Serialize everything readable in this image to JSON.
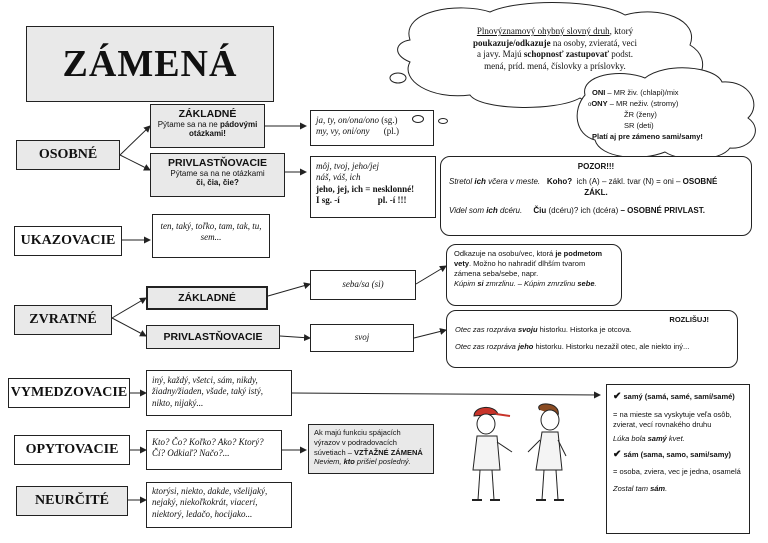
{
  "title": "ZÁMENÁ",
  "cloud_main": {
    "p1a": "Plnovýznamový ohybný slovný druh",
    "p1b": ", ktorý",
    "p2a": "poukazuje/odkazuje",
    "p2b": " na osoby, zvieratá, veci",
    "p3a": "a javy. Majú ",
    "p3b": "schopnosť zastupovať",
    "p3c": " podst.",
    "p4": "mená, príd. mená, číslovky a príslovky."
  },
  "cloud_gender": {
    "l1a": "ONI",
    "l1b": " – MR živ. (chlapi)/mix",
    "l2a": "ONY",
    "l2b": " – MR neživ. (stromy)",
    "l3": "ŽR (ženy)",
    "l4": "SR (deti)",
    "l5": "Platí aj pre zámeno sami/samy!"
  },
  "osobne": {
    "label": "OSOBNÉ",
    "zakladne": {
      "title": "ZÁKLADNÉ",
      "q1": "Pýtame sa na ne ",
      "q1b": "pádovými",
      "q2": "otázkami!"
    },
    "privlast": {
      "title": "PRIVLASTŇOVACIE",
      "q1": "Pýtame sa na ne otázkami",
      "q2": "či, čia, čie?"
    },
    "zak_ex1": "ja, ty, on/ona/ono",
    "zak_ex1n": "(sg.)",
    "zak_ex2": "my, vy, oni/ony",
    "zak_ex2n": "(pl.)",
    "priv_ex1": "môj, tvoj, jeho/jej",
    "priv_ex2": "náš, váš, ich",
    "priv_ex3": "jeho, jej, ich = nesklonné!",
    "priv_ex4a": "I sg. -í",
    "priv_ex4b": "pl. -í   !!!"
  },
  "pozor": {
    "title": "POZOR!!!",
    "l1a": "Stretol ",
    "l1b": "ich",
    "l1c": " včera v meste.",
    "l1d": "Koho?",
    "l1e": "ich (A) – zákl. tvar (N) = oni – ",
    "l1f": "OSOBNÉ",
    "l1g": "ZÁKL.",
    "l2a": "Videl som ",
    "l2b": "ich",
    "l2c": " dcéru.",
    "l2d": "Čiu",
    "l2e": " (dcéru)?  ich (dcéra) ",
    "l2f": "– OSOBNÉ PRIVLAST."
  },
  "ukazovacie": {
    "label": "UKAZOVACIE",
    "ex": "ten, taký, toľko, tam, tak, tu, sem..."
  },
  "zvratne": {
    "label": "ZVRATNÉ",
    "zakladne": "ZÁKLADNÉ",
    "privlast": "PRIVLASTŇOVACIE",
    "zak_ex": "seba/sa (si)",
    "priv_ex": "svoj",
    "info1": "Odkazuje na osobu/vec, ktorá ",
    "info1b": "je podmetom",
    "info2a": "vety",
    "info2b": ". Možno ho nahradiť dlhším tvarom",
    "info3": "zámena seba/sebe, napr.",
    "info4a": "Kúpim ",
    "info4b": "si",
    "info4c": " zmrzlinu. – Kúpim zmrzlinu ",
    "info4d": "sebe",
    "info4e": ".",
    "rozlisuj_title": "ROZLIŠUJ!",
    "r1a": "Otec zas rozpráva ",
    "r1b": "svoju",
    "r1c": " historku. Historka je otcova.",
    "r2a": "Otec zas rozpráva ",
    "r2b": "jeho",
    "r2c": " historku. Historku nezažil otec, ale niekto iný..."
  },
  "vymedzovacie": {
    "label": "VYMEDZOVACIE",
    "ex1": "iný, každý, všetci, sám, nikdy,",
    "ex2": "žiadny/žiaden, všade, taký istý,",
    "ex3": "niktо, nijaký..."
  },
  "sam_box": {
    "h1": "samý (samá, samé, samí/samé)",
    "t1": "= na mieste sa vyskytuje veľa osôb, zvierat, vecí rovnakého druhu",
    "e1a": "Lúka bola ",
    "e1b": "samý",
    "e1c": " kvet.",
    "h2": "sám (sama, samo, sami/samy)",
    "t2": "= osoba, zviera, vec je jedna, osamelá",
    "e2a": "Zostal tam ",
    "e2b": "sám",
    "e2c": ".",
    "check": "✔"
  },
  "opytovacie": {
    "label": "OPYTOVACIE",
    "ex1": "Kto? Čo? Koľko? Ako? Ktorý?",
    "ex2": "Čí? Odkiaľ? Načo?...",
    "note1": "Ak majú funkciu spájacích",
    "note2": "výrazov v podradovacích",
    "note3a": "súvetiach – ",
    "note3b": "VZŤAŽNÉ ZÁMENÁ",
    "note4a": "Neviem, ",
    "note4b": "kto",
    "note4c": " prišiel posledný."
  },
  "neurcite": {
    "label": "NEURČITÉ",
    "ex1": "ktorýsi, niekto, dakde, všelijaký,",
    "ex2": "nejaký, niekoľkokrát, viacerí,",
    "ex3": "niektorý, ledačo, hocijako..."
  }
}
